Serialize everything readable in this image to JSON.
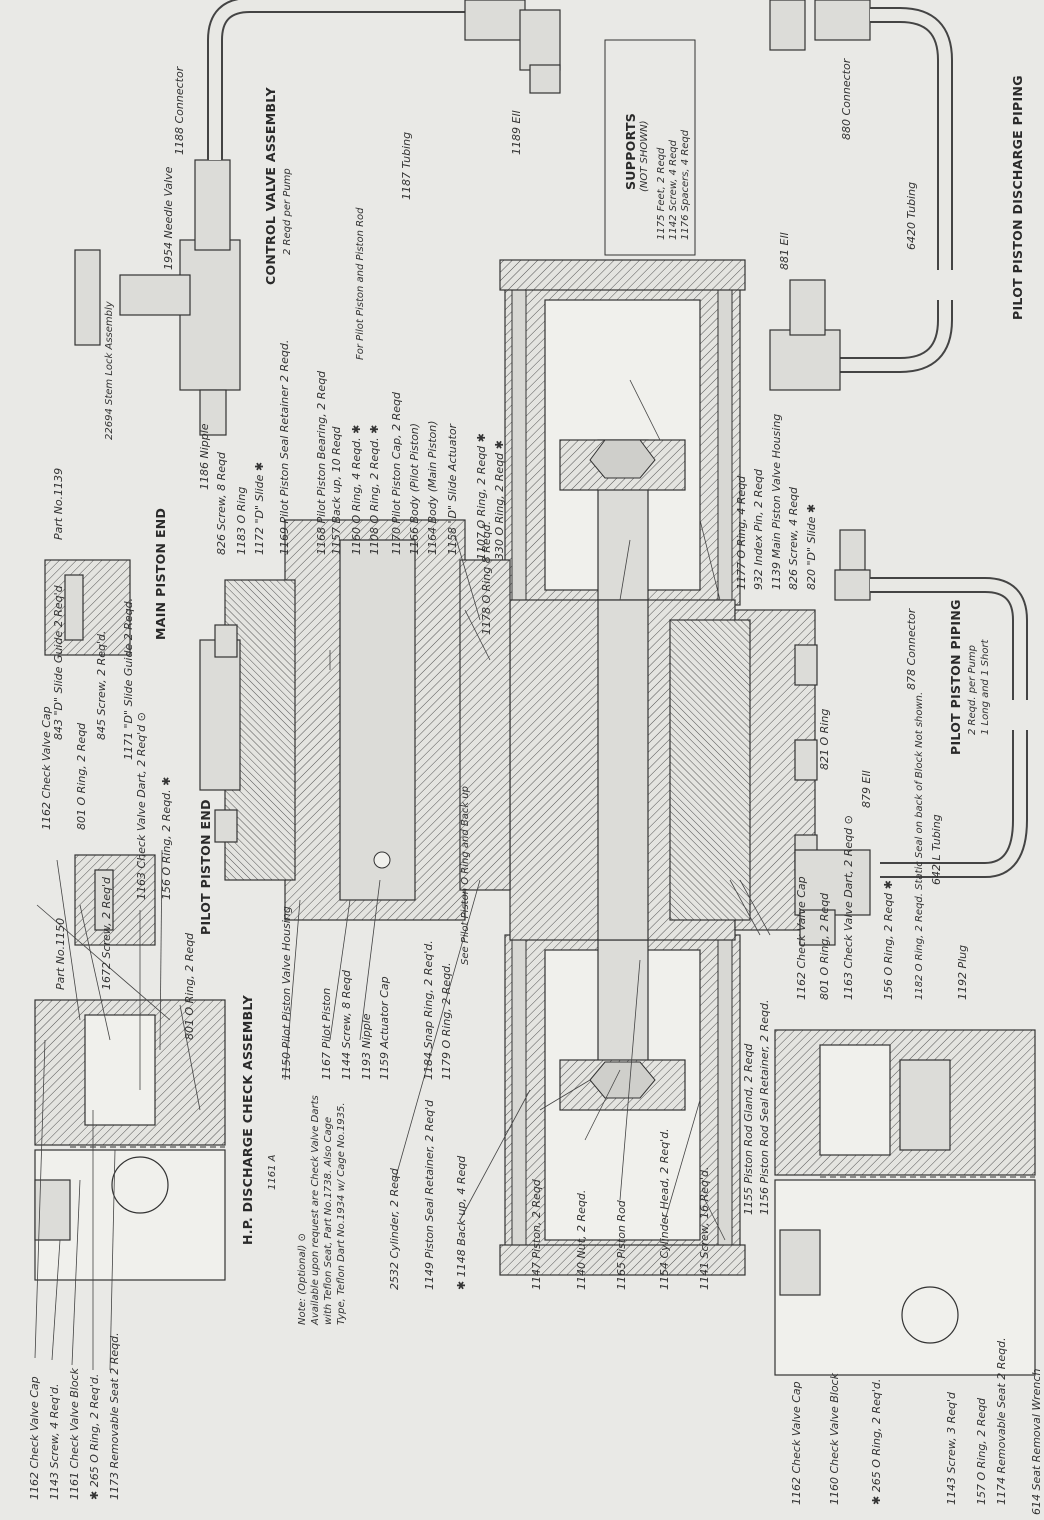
{
  "diagram": {
    "titles": {
      "hp_discharge": "H.P. DISCHARGE CHECK ASSEMBLY",
      "hp_discharge_sub": "1161 A",
      "pilot_end": "PILOT PISTON END",
      "main_end": "MAIN PISTON END",
      "control_valve": "CONTROL VALVE ASSEMBLY",
      "control_valve_sub": "2 Reqd per Pump",
      "supports": "SUPPORTS",
      "supports_sub": "(NOT SHOWN)",
      "pilot_piping": "PILOT PISTON PIPING",
      "pilot_piping_sub1": "2 Reqd. per Pump",
      "pilot_piping_sub2": "1 Long and 1 Short",
      "pilot_discharge_piping": "PILOT PISTON DISCHARGE PIPING"
    },
    "supports_items": [
      "1175 Feet, 2 Reqd",
      "1142 Screw, 4 Reqd",
      "1176 Spacers, 4 Reqd"
    ],
    "note": {
      "line1": "Note: (Optional) ⊙",
      "line2": "Available upon request are Check Valve Darts",
      "line3": "with Teflon Seat, Part No.1738. Also Cage",
      "line4": "Type, Teflon Dart No.1934 w/ Cage No.1935."
    },
    "left_labels": [
      "1162 Check Valve Cap",
      "1143 Screw, 4 Req'd.",
      "1161 Check Valve Block",
      "✱ 265 O Ring, 2 Req'd.",
      "1173 Removable Seat 2 Reqd."
    ],
    "hp_labels": [
      "1162 Check Valve Cap",
      "801 O Ring, 2 Reqd",
      "1163 Check Valve Dart, 2 Req'd ⊙",
      "156 O Ring, 2 Reqd. ✱",
      "801 O Ring, 2 Reqd"
    ],
    "pilot_end_labels": [
      "Part No.1150",
      "1672 Screw, 2 Req'd",
      "1171 \"D\" Slide Guide 2 Reqd."
    ],
    "main_end_labels": [
      "Part No.1139",
      "843 \"D\" Slide Guide 2 Req'd",
      "845 Screw, 2 Req'd."
    ],
    "center_top_labels": [
      "826 Screw, 8 Reqd",
      "1183 O Ring",
      "1172 \"D\" Slide ✱",
      "1169 Pilot Piston Seal Retainer 2 Reqd.",
      "1168 Pilot Piston Bearing, 2 Reqd",
      "1157 Back up, 10 Reqd",
      "1160 O Ring, 4 Reqd. ✱",
      "1108 O Ring, 2 Reqd. ✱",
      "1170 Pilot Piston Cap, 2 Reqd",
      "1166 Body (Pilot Piston)",
      "1164 Body (Main Piston)",
      "1158 \"D\" Slide Actuator",
      "For Pilot Piston and Piston Rod"
    ],
    "center_left_labels": [
      "1150 Pilot Piston Valve Housing",
      "1167 Pilot Piston",
      "1144 Screw, 8 Reqd",
      "1193 Nipple",
      "1159 Actuator Cap",
      "1184 Snap Ring, 2 Req'd.",
      "1179 O Ring, 2 Reqd.",
      "See Pilot Piston O Ring and Back up"
    ],
    "main_right_labels": [
      "1107 O Ring, 2 Reqd ✱",
      "330 O Ring, 2 Reqd ✱",
      "1178 O Ring 8 Reqd.",
      "1177 O Ring, 4 Reqd",
      "932 Index Pin, 2 Reqd",
      "1139 Main Piston Valve Housing",
      "826 Screw, 4 Reqd",
      "820 \"D\" Slide ✱",
      "821 O Ring"
    ],
    "bottom_left_labels": [
      "2532 Cylinder, 2 Reqd",
      "1149 Piston Seal Retainer, 2 Req'd",
      "✱ 1148 Back up, 4 Reqd",
      "1147 Piston, 2 Reqd",
      "1140 Nut, 2 Reqd.",
      "1165 Piston Rod",
      "1154 Cylinder Head, 2 Req'd.",
      "1141 Screw, 16 Req'd."
    ],
    "bottom_center_labels": [
      "1155 Piston Rod Gland, 2 Reqd",
      "1156 Piston Rod Seal Retainer, 2 Reqd."
    ],
    "bottom_right_labels": [
      "1162 Check Valve Cap",
      "801 O Ring, 2 Reqd",
      "1163 Check Valve Dart, 2 Reqd ⊙",
      "156 O Ring, 2 Reqd ✱",
      "1182 O Ring, 2 Reqd. Static Seal on back of Block Not shown.",
      "1192 Plug"
    ],
    "bottom_edge_labels": [
      "1162 Check Valve Cap",
      "1160 Check Valve Block",
      "✱ 265 O Ring, 2 Req'd.",
      "1143 Screw, 3 Req'd",
      "157 O Ring, 2 Reqd",
      "1174 Removable Seat 2 Reqd.",
      "614 Seat Removal Wrench"
    ],
    "control_labels": [
      "1188 Connector",
      "1954 Needle Valve",
      "1187 Tubing",
      "1189 Ell",
      "22694 Stem Lock Assembly",
      "1186 Nipple"
    ],
    "pilot_piping_labels": [
      "878 Connector",
      "642 L Tubing",
      "879 Ell"
    ],
    "discharge_piping_labels": [
      "880 Connector",
      "6420 Tubing",
      "881 Ell"
    ]
  }
}
